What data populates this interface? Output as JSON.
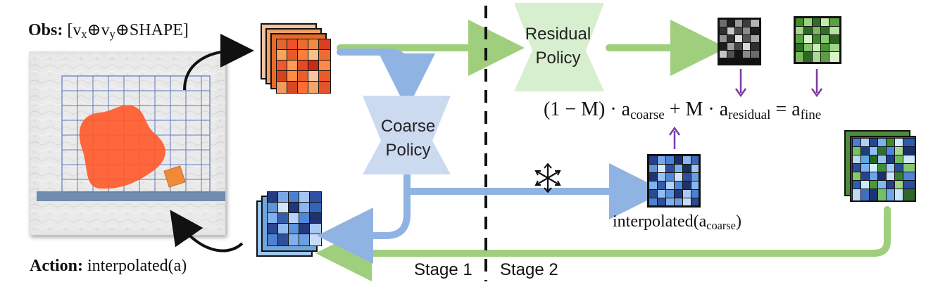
{
  "labels": {
    "obs_prefix": "Obs:",
    "obs_open": "[v",
    "obs_x": "x",
    "obs_oplus1": "⊕v",
    "obs_y": "y",
    "obs_tail": "⊕SHAPE]",
    "action_prefix": "Action:",
    "action_text": "interpolated(a)",
    "residual_policy_1": "Residual",
    "residual_policy_2": "Policy",
    "coarse_policy_1": "Coarse",
    "coarse_policy_2": "Policy",
    "interp_text": "interpolated(a",
    "interp_sub": "coarse",
    "interp_close": ")",
    "stage1": "Stage 1",
    "stage2": "Stage 2"
  },
  "equation": {
    "part1": "(1 − M) · a",
    "sub1": "coarse",
    "part2": " + M · a",
    "sub2": "residual",
    "part3": " = a",
    "sub3": "fine"
  },
  "colors": {
    "green_flow": "#9fcf7c",
    "blue_flow": "#8fb3e3",
    "residual_box": "#d8efcf",
    "coarse_box": "#ccdaf0",
    "purple_arrow": "#7b3aa6",
    "shape_orange": "#ff5a2c",
    "shape_bar": "#5e7ea5"
  },
  "icons": {
    "freeze": "snowflake-icon"
  }
}
